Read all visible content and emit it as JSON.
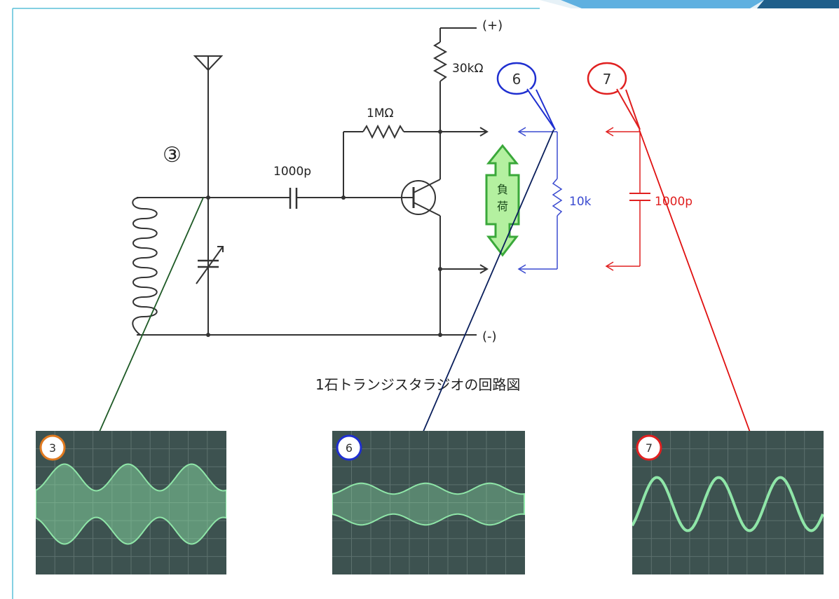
{
  "diagram": {
    "caption": "1石トランジスタラジオの回路図",
    "point_label_3": "③",
    "labels": {
      "plus": "(+)",
      "minus": "(-)",
      "r_collector": "30kΩ",
      "r_bias": "1MΩ",
      "cap_coupling": "1000p",
      "load": "負荷",
      "r_load": "10k",
      "cap_load": "1000p"
    },
    "callouts": [
      {
        "id": "6",
        "color": "#1f2fd0"
      },
      {
        "id": "7",
        "color": "#e02020"
      }
    ]
  },
  "scopes": [
    {
      "label": "3",
      "badge_color": "#e07a20",
      "waveform": "am-modulated-carrier"
    },
    {
      "label": "6",
      "badge_color": "#1f2fd0",
      "waveform": "am-modulated-carrier-faint"
    },
    {
      "label": "7",
      "badge_color": "#e02020",
      "waveform": "demodulated-sine"
    }
  ],
  "colors": {
    "frame": "#5bc0d8",
    "trace": "#8fe6a8",
    "scope_bg": "#3d5250",
    "grid": "#5d716e",
    "line_3": "#1e5a26",
    "line_6": "#0a1f5c",
    "line_7": "#e01010",
    "load_arrow": "#3aa83a"
  }
}
